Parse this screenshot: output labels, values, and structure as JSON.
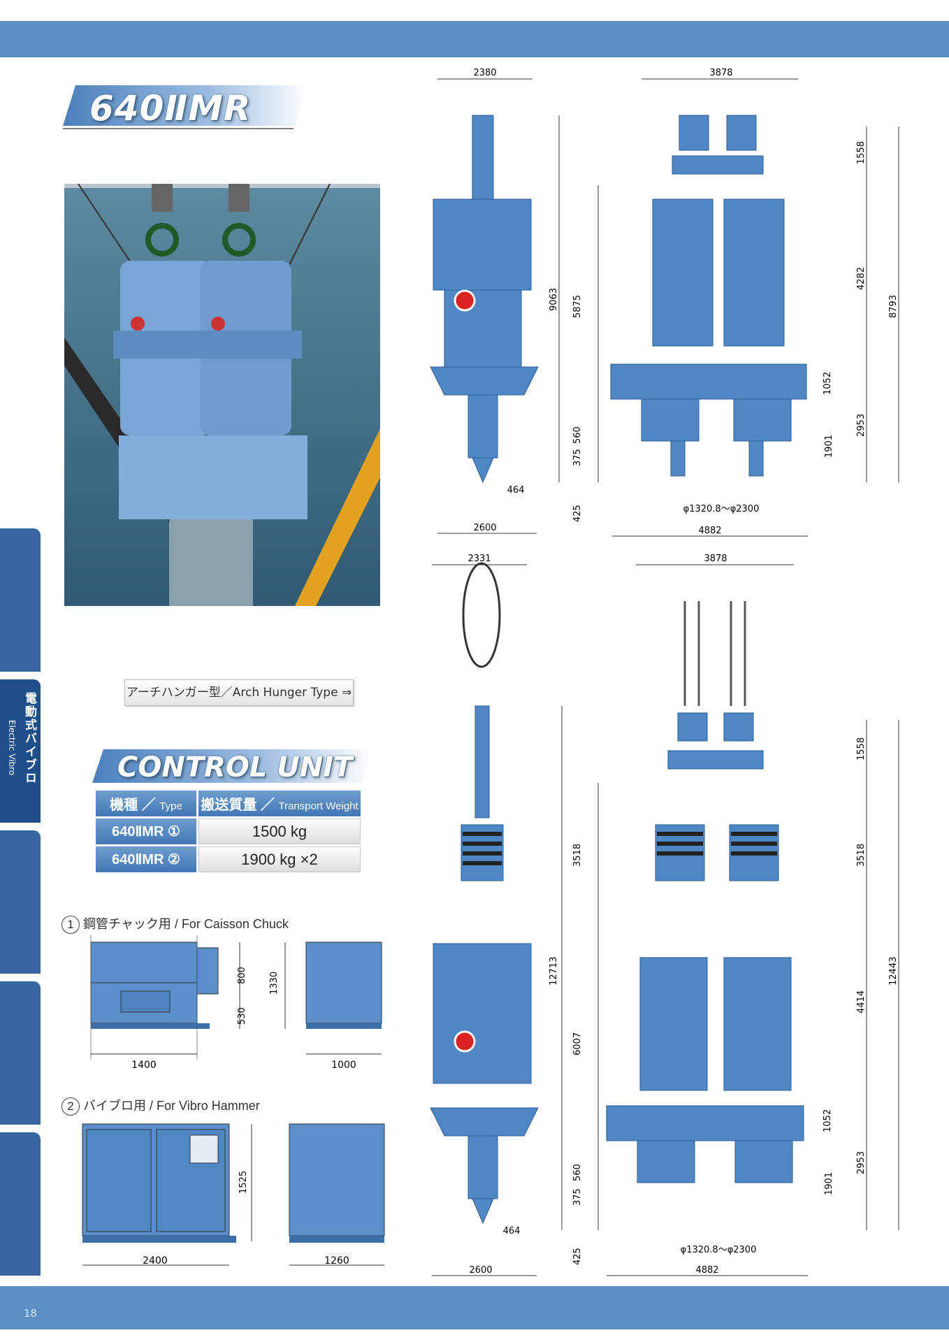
{
  "page": {
    "title": "640ⅡMR",
    "page_number": "18",
    "colors": {
      "band": "#5a8fc2",
      "machine": "#4f86c6",
      "tab": "#3566a0"
    }
  },
  "side_tab": {
    "jp": "電動式バイブロ",
    "en": "Electric Vibro"
  },
  "arch_label": "アーチハンガー型／Arch Hunger Type ⇒",
  "control_unit": {
    "title": "CONTROL UNIT",
    "header_type_jp": "機種",
    "header_type_en": "Type",
    "header_weight_jp": "搬送質量",
    "header_weight_en": "Transport Weight",
    "sep": "／",
    "rows": [
      {
        "type": "640ⅡMR ①",
        "weight": "1500 kg"
      },
      {
        "type": "640ⅡMR ②",
        "weight": "1900 kg ×2"
      }
    ]
  },
  "unit1": {
    "num": "1",
    "caption": "鋼管チャック用 / For Caisson Chuck",
    "dims": {
      "w": "1400",
      "d": "1000",
      "h1": "800",
      "h2": "530",
      "h": "1330"
    }
  },
  "unit2": {
    "num": "2",
    "caption": "バイブロ用 / For Vibro Hammer",
    "dims": {
      "w": "2400",
      "d": "1260",
      "h": "1525"
    }
  },
  "drawing_top": {
    "side_width": "2380",
    "side_base": "2600",
    "side_tip": "464",
    "side_height": "9063",
    "front_width": "3878",
    "front_base": "4882",
    "dia": "φ1320.8～φ2300",
    "d1558": "1558",
    "d4282": "4282",
    "d8793": "8793",
    "d1052": "1052",
    "d2953": "2953",
    "d1901": "1901",
    "d5875": "5875",
    "d560": "560",
    "d375": "375",
    "d425": "425"
  },
  "drawing_bottom": {
    "side_width": "2331",
    "side_base": "2600",
    "side_tip": "464",
    "side_height": "12713",
    "front_width": "3878",
    "front_base": "4882",
    "dia": "φ1320.8～φ2300",
    "d1558": "1558",
    "d3518a": "3518",
    "d3518b": "3518",
    "d4414": "4414",
    "d12443": "12443",
    "d1052": "1052",
    "d2953": "2953",
    "d1901": "1901",
    "d6007": "6007",
    "d560": "560",
    "d375": "375",
    "d425": "425"
  }
}
